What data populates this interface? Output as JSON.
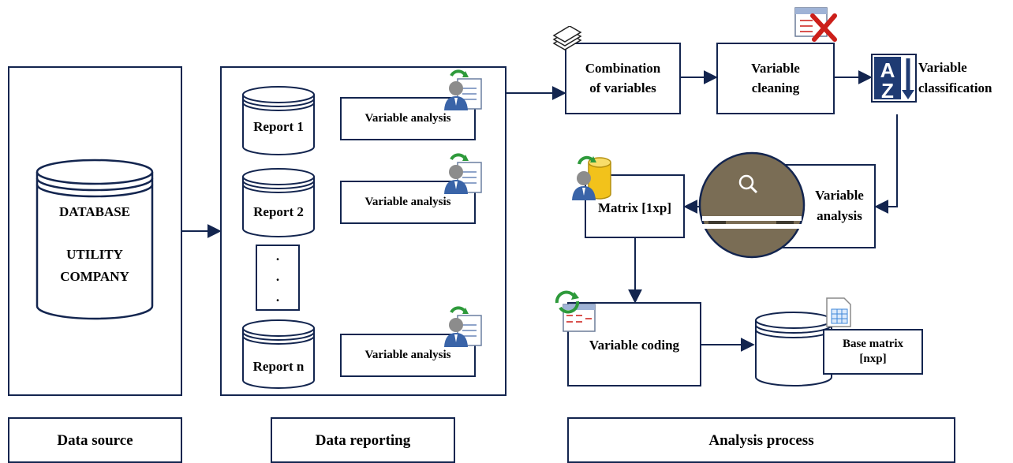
{
  "database": {
    "line1": "DATABASE",
    "line2": "UTILITY",
    "line3": "COMPANY"
  },
  "reports": [
    {
      "name": "Report 1",
      "analysis": "Variable analysis"
    },
    {
      "name": "Report 2",
      "analysis": "Variable analysis"
    },
    {
      "name": "Report n",
      "analysis": "Variable analysis"
    }
  ],
  "ellipsis": ".",
  "process": {
    "combination": {
      "line1": "Combination",
      "line2": "of variables"
    },
    "cleaning": {
      "line1": "Variable",
      "line2": "cleaning"
    },
    "classification": {
      "line1": "Variable",
      "line2": "classification"
    },
    "analysis": {
      "line1": "Variable",
      "line2": "analysis"
    },
    "matrix": "Matrix [1xp]",
    "coding": "Variable coding",
    "base_matrix": {
      "line1": "Base matrix",
      "line2": "[nxp]"
    }
  },
  "sections": {
    "source": "Data source",
    "reporting": "Data reporting",
    "analysis": "Analysis process"
  },
  "colors": {
    "line": "#13254f",
    "accent": "#1f3b73",
    "lens": "#7a6d55"
  }
}
